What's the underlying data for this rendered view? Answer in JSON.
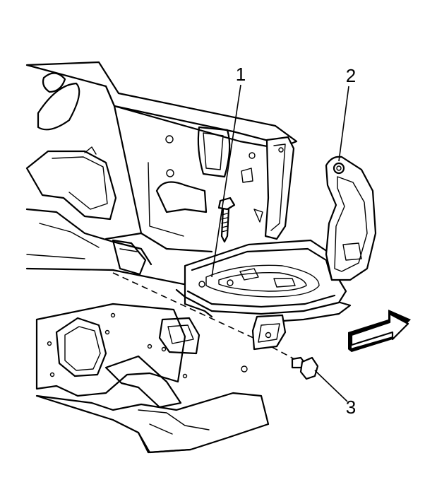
{
  "callouts": [
    {
      "id": "1",
      "label": "1"
    },
    {
      "id": "2",
      "label": "2"
    },
    {
      "id": "3",
      "label": "3"
    }
  ],
  "icons": {
    "direction_arrow": "front-direction-arrow-icon"
  }
}
